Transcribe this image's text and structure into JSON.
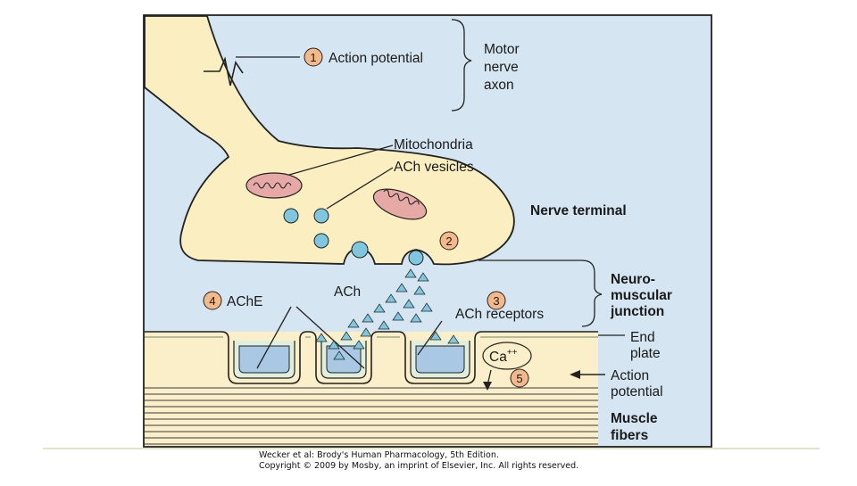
{
  "steps": {
    "s1": "1",
    "s2": "2",
    "s3": "3",
    "s4": "4",
    "s5": "5"
  },
  "labels": {
    "action_potential": "Action potential",
    "motor_line1": "Motor",
    "motor_line2": "nerve",
    "motor_line3": "axon",
    "mitochondria": "Mitochondria",
    "ach_vesicles": "ACh vesicles",
    "nerve_terminal": "Nerve terminal",
    "nmj_line1": "Neuro-",
    "nmj_line2": "muscular",
    "nmj_line3": "junction",
    "ache": "AChE",
    "ach": "ACh",
    "ach_receptors": "ACh receptors",
    "end_plate_line1": "End",
    "end_plate_line2": "plate",
    "calcium": "Ca",
    "calcium_charge": "++",
    "muscle_ap_line1": "Action",
    "muscle_ap_line2": "potential",
    "muscle_line1": "Muscle",
    "muscle_line2": "fibers"
  },
  "credit": {
    "line1": "Wecker et al: Brody's Human Pharmacology, 5th Edition.",
    "line2": "Copyright © 2009 by Mosby, an imprint of Elsevier, Inc. All rights reserved."
  },
  "colors": {
    "background_fluid": "#d5e6f2",
    "nerve_fill": "#fbefc1",
    "muscle_fill": "#fbefc9",
    "outline": "#222222",
    "vesicle": "#7fc7de",
    "mitochondria": "#e6a9a6",
    "step_circle": "#f4b98a",
    "receptor_fold": "#a9c8e3",
    "receptor_rim": "#dfeedd",
    "footer_rule": "#c9c48f"
  }
}
